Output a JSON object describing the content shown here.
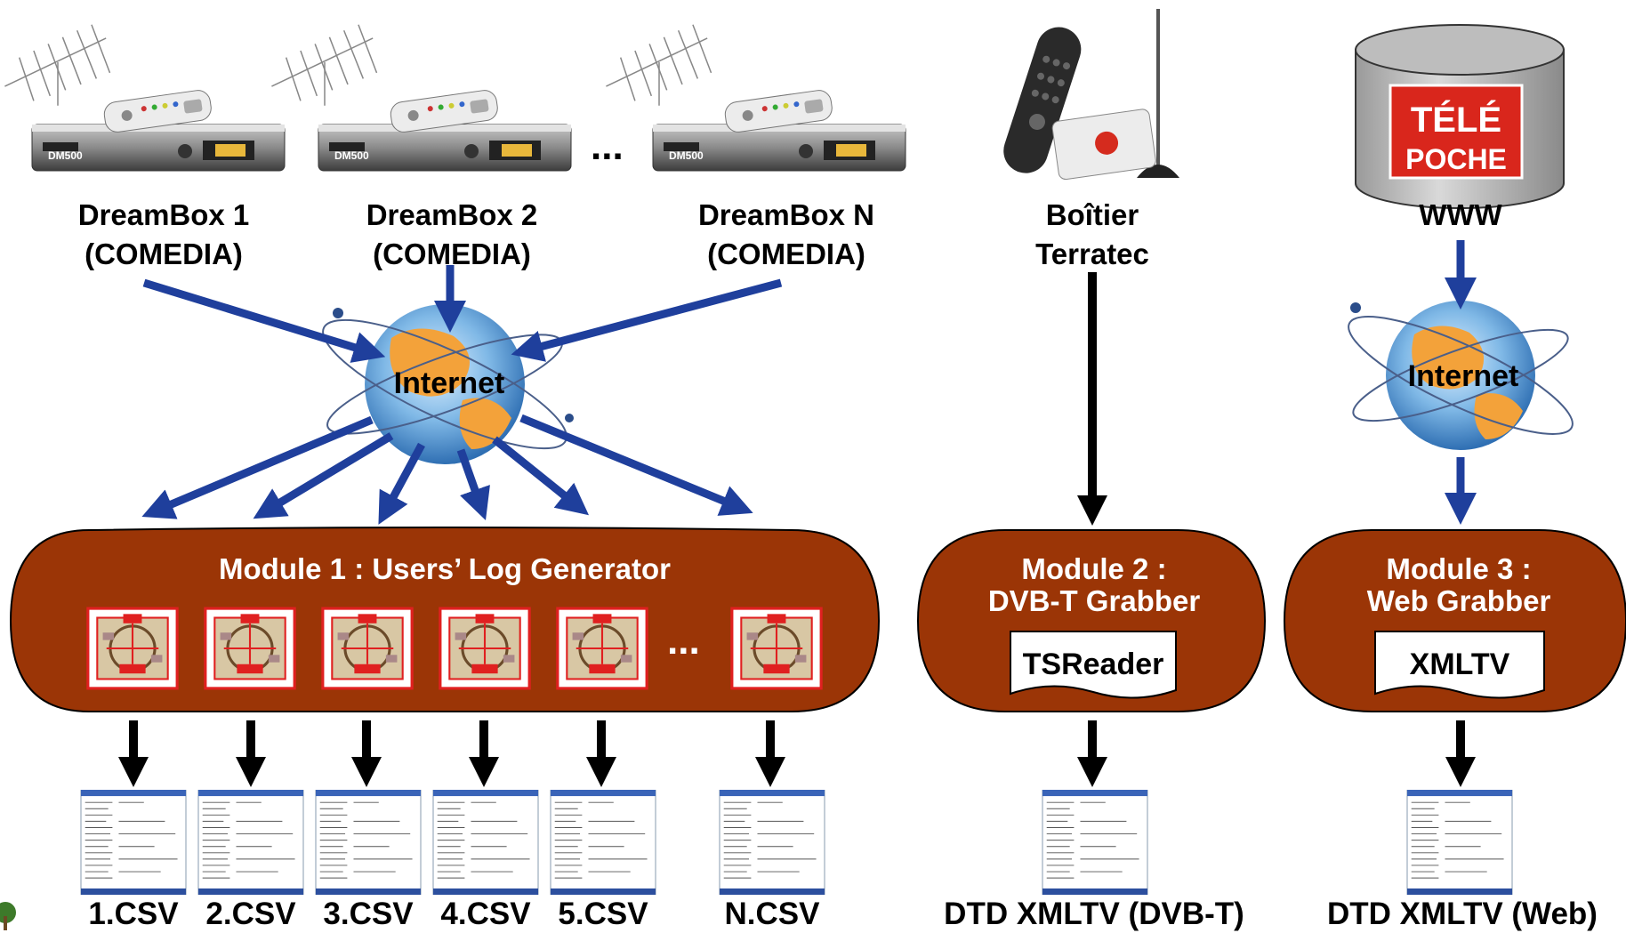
{
  "sources": {
    "dreambox_1": [
      "DreamBox 1",
      "(COMEDIA)"
    ],
    "dreambox_2": [
      "DreamBox 2",
      "(COMEDIA)"
    ],
    "dreambox_n": [
      "DreamBox N",
      "(COMEDIA)"
    ],
    "ellipsis": "...",
    "terratec": [
      "Boîtier",
      "Terratec"
    ],
    "www": "WWW"
  },
  "logos": {
    "device_brand": "DM500",
    "magazine": [
      "TÉLÉ",
      "POCHE"
    ]
  },
  "globes": {
    "left": "Internet",
    "right": "Internet"
  },
  "modules": {
    "module_1": {
      "title": "Module 1 : Users’ Log Generator",
      "ellipsis": "..."
    },
    "module_2": {
      "title": [
        "Module 2 :",
        "DVB-T Grabber"
      ],
      "tool": "TSReader"
    },
    "module_3": {
      "title": [
        "Module 3 :",
        "Web Grabber"
      ],
      "tool": "XMLTV"
    }
  },
  "outputs": {
    "csv": [
      "1.CSV",
      "2.CSV",
      "3.CSV",
      "4.CSV",
      "5.CSV",
      "N.CSV"
    ],
    "dvbt": "DTD XMLTV (DVB-T)",
    "web": "DTD XMLTV (Web)"
  },
  "colors": {
    "module_fill": "#9b3506",
    "arrow_blue": "#1f3f9c",
    "arrow_black": "#000000",
    "globe_ocean": "#5a9fd6",
    "globe_land": "#f3a23a",
    "tv_red": "#e02020"
  }
}
